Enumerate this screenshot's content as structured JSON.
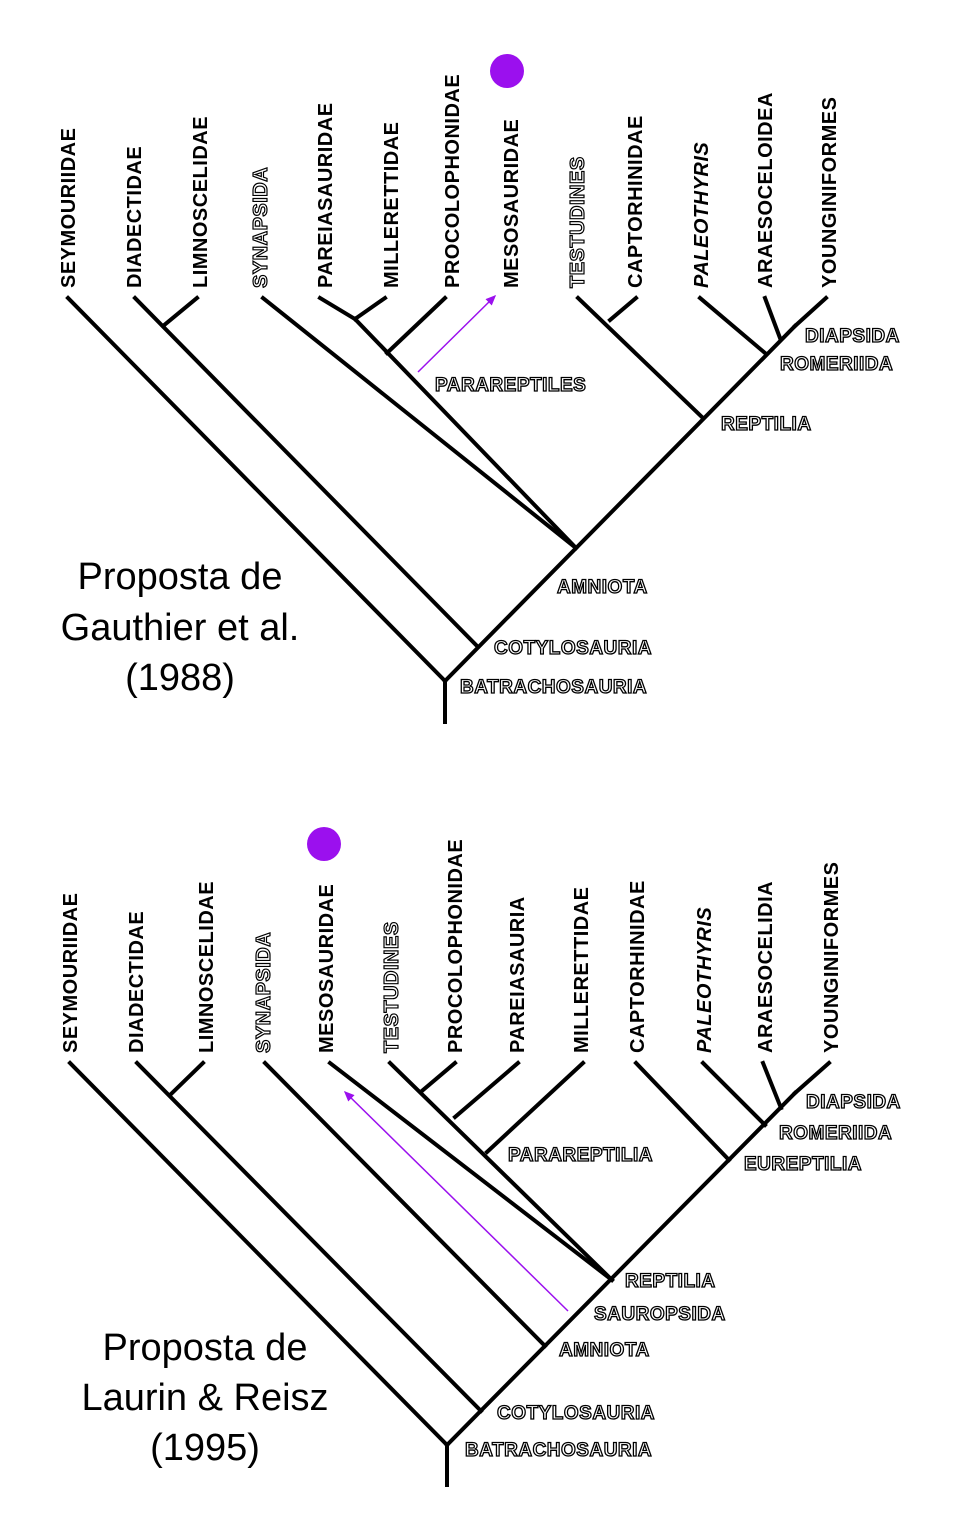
{
  "trees": [
    {
      "caption": [
        "Proposta de",
        "Gauthier et al.",
        "(1988)"
      ],
      "taxa": [
        "SEYMOURIIDAE",
        "DIADECTIDAE",
        "LIMNOSCELIDAE",
        "SYNAPSIDA",
        "PAREIASAURIDAE",
        "MILLERETTIDAE",
        "PROCOLOPHONIDAE",
        "MESOSAURIDAE",
        "TESTUDINES",
        "CAPTORHINIDAE",
        "PALEOTHYRIS",
        "ARAESOCELOIDEA",
        "YOUNGINIFORMES"
      ],
      "nodes": [
        "DIAPSIDA",
        "ROMERIIDA",
        "PARAREPTILES",
        "REPTILIA",
        "AMNIOTA",
        "COTYLOSAURIA",
        "BATRACHOSAURIA"
      ],
      "highlighted_taxon": "MESOSAURIDAE",
      "highlight_color": "#9b10ee"
    },
    {
      "caption": [
        "Proposta de",
        "Laurin & Reisz",
        "(1995)"
      ],
      "taxa": [
        "SEYMOURIIDAE",
        "DIADECTIDAE",
        "LIMNOSCELIDAE",
        "SYNAPSIDA",
        "MESOSAURIDAE",
        "TESTUDINES",
        "PROCOLOPHONIDAE",
        "PAREIASAURIA",
        "MILLERETTIDAE",
        "CAPTORHINIDAE",
        "PALEOTHYRIS",
        "ARAESOCELIDIA",
        "YOUNGINIFORMES"
      ],
      "nodes": [
        "DIAPSIDA",
        "ROMERIIDA",
        "PARAREPTILIA",
        "EUREPTILIA",
        "REPTILIA",
        "SAUROPSIDA",
        "AMNIOTA",
        "COTYLOSAURIA",
        "BATRACHOSAURIA"
      ],
      "highlighted_taxon": "MESOSAURIDAE",
      "highlight_color": "#9b10ee"
    }
  ]
}
